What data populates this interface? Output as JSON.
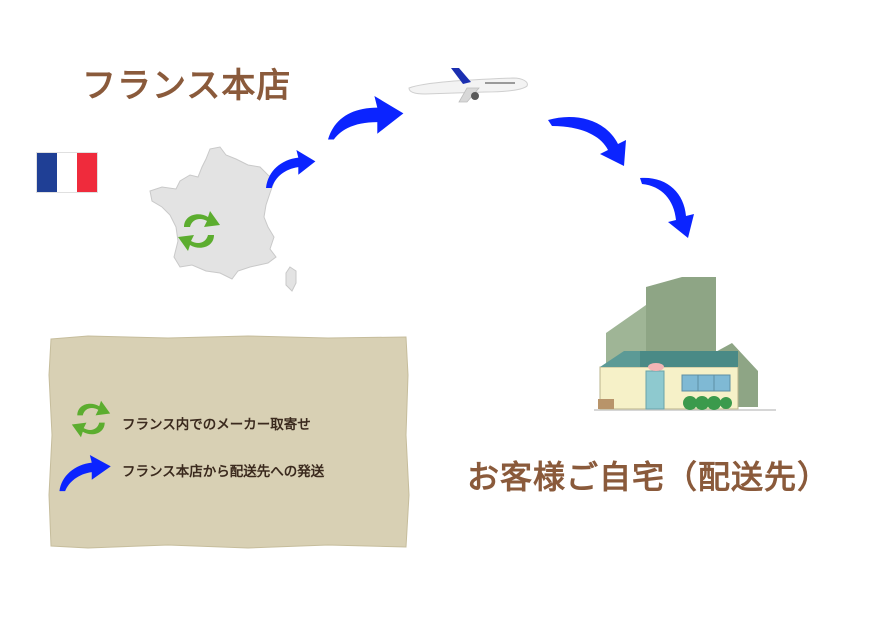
{
  "origin": {
    "title": "フランス本店",
    "flag_colors": [
      "#1f3f95",
      "#ffffff",
      "#ef2b3c"
    ]
  },
  "destination": {
    "title": "お客様ご自宅（配送先）"
  },
  "legend": {
    "items": [
      {
        "icon": "green-cycle-arrows-icon",
        "text": "フランス内でのメーカー取寄せ"
      },
      {
        "icon": "blue-arrow-icon",
        "text": "フランス本店から配送先への発送"
      }
    ]
  },
  "colors": {
    "title": "#8a5a3b",
    "arrow": "#0b24ff",
    "cycle": "#5cad2f",
    "map": "#e3e3e3",
    "legend_bg": "#d8d0b4"
  }
}
